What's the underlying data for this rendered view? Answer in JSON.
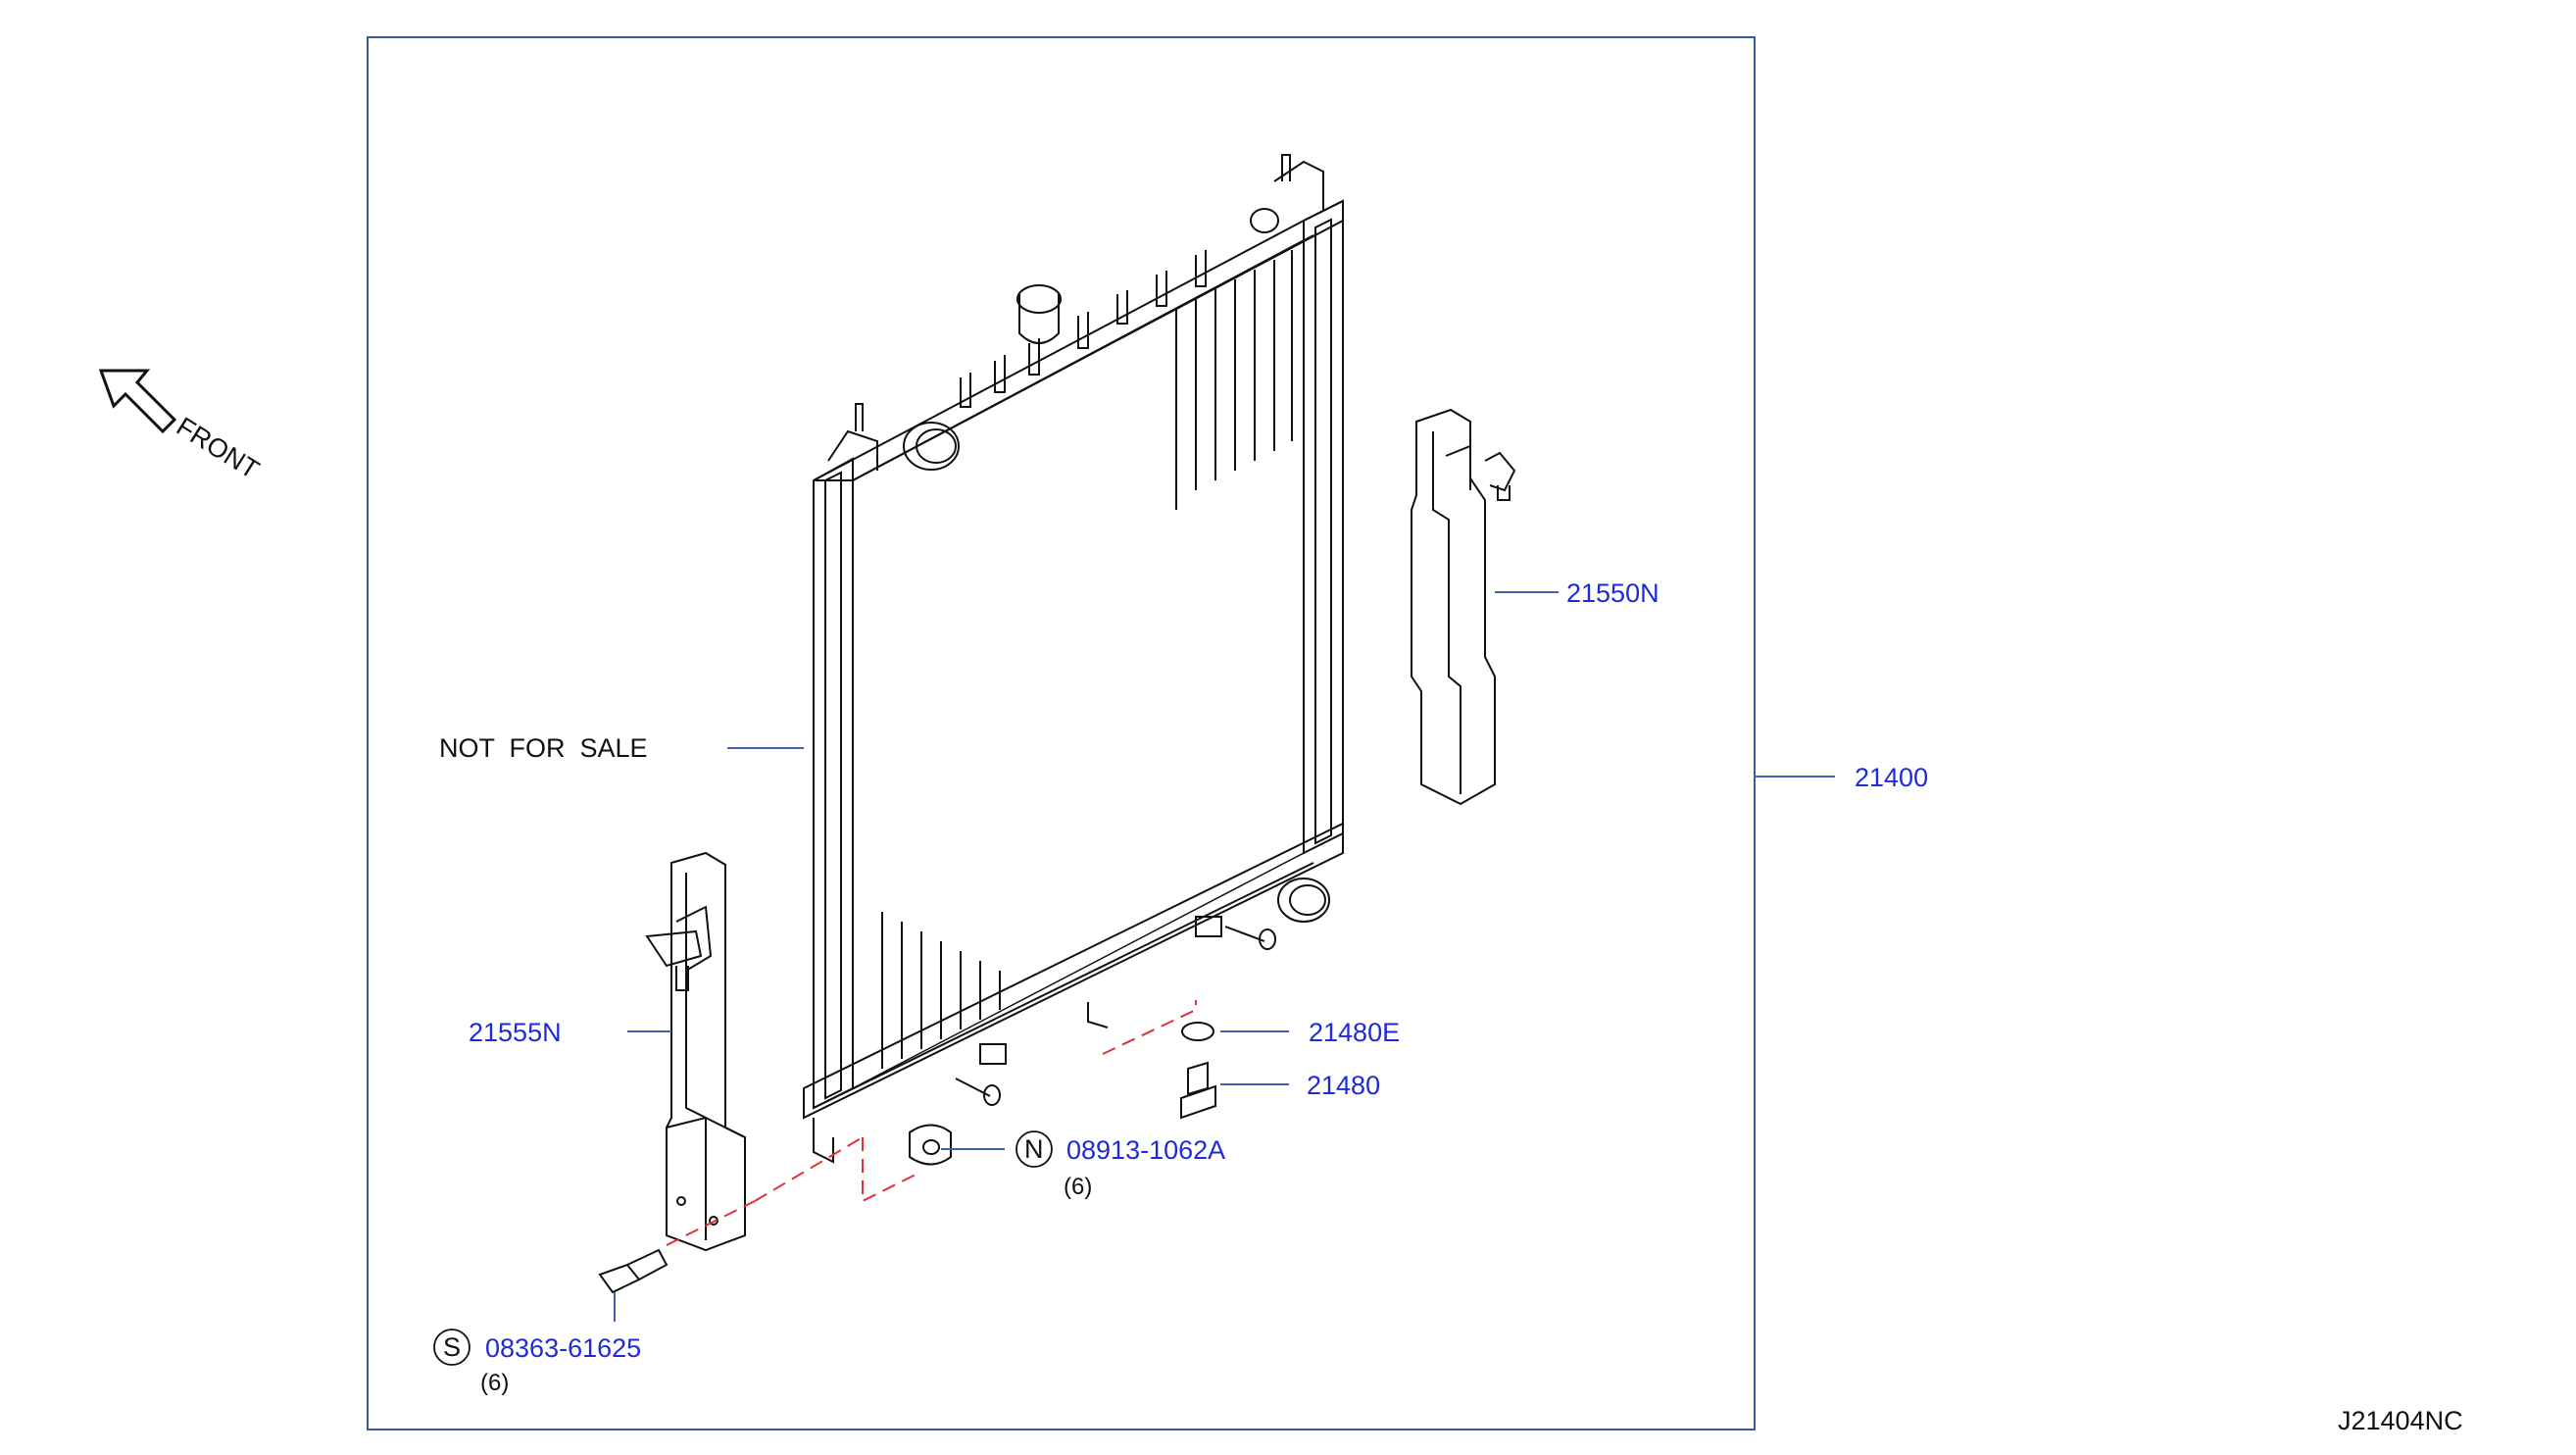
{
  "front_label": "FRONT",
  "not_for_sale": "NOT  FOR  SALE",
  "diagram_code": "J21404NC",
  "parts": {
    "p21400": "21400",
    "p21550N": "21550N",
    "p21555N": "21555N",
    "p21480E": "21480E",
    "p21480": "21480",
    "p08913": "08913-1062A",
    "p08913_qty": "(6)",
    "p08913_sym": "N",
    "p08363": "08363-61625",
    "p08363_qty": "(6)",
    "p08363_sym": "S"
  },
  "colors": {
    "label_blue": "#1f2bd6",
    "frame": "#3a5a9a",
    "callout": "#4060b0",
    "dash": "#e0303a"
  }
}
